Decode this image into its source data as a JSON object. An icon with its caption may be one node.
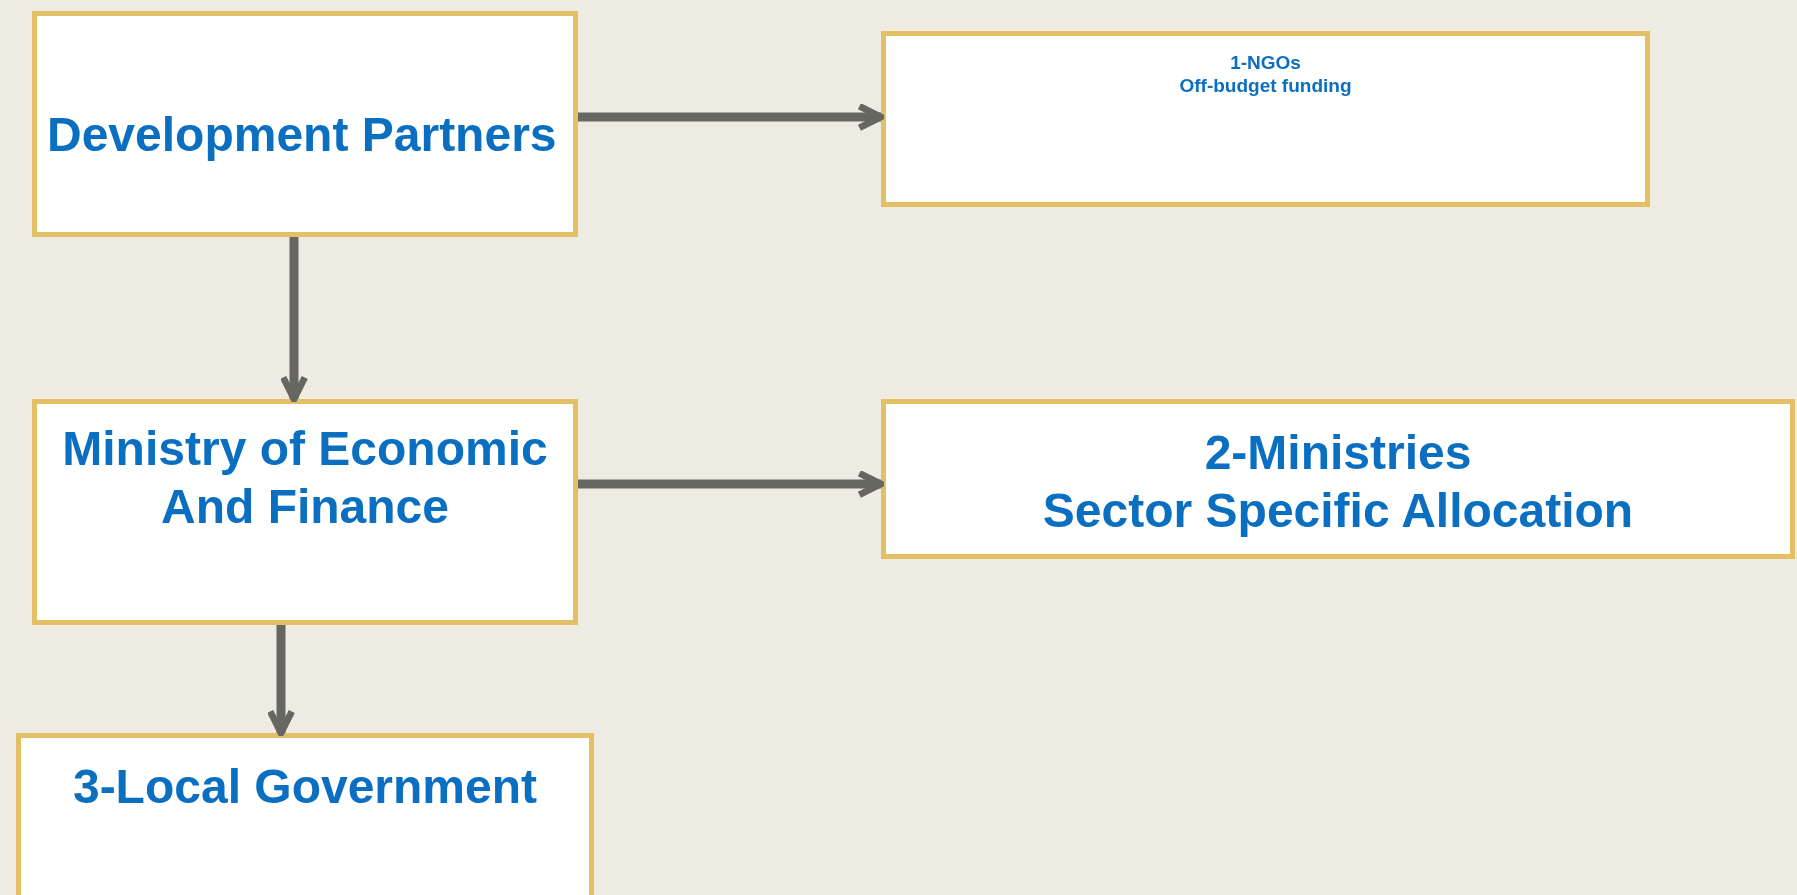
{
  "diagram": {
    "nodes": [
      {
        "text": [
          "Development Partners"
        ]
      },
      {
        "text": [
          "1-NGOs",
          "Off-budget funding"
        ]
      },
      {
        "text": [
          "Ministry of Economic And Finance"
        ]
      },
      {
        "text": [
          "2-Ministries",
          "Sector Specific Allocation"
        ]
      },
      {
        "text": [
          "3-Local Government"
        ]
      }
    ],
    "edges": [
      {
        "from": 0,
        "to": 1,
        "arrow": "to"
      },
      {
        "from": 0,
        "to": 2,
        "arrow": "to"
      },
      {
        "from": 2,
        "to": 3,
        "arrow": "to"
      },
      {
        "from": 2,
        "to": 4,
        "arrow": "to"
      }
    ]
  }
}
